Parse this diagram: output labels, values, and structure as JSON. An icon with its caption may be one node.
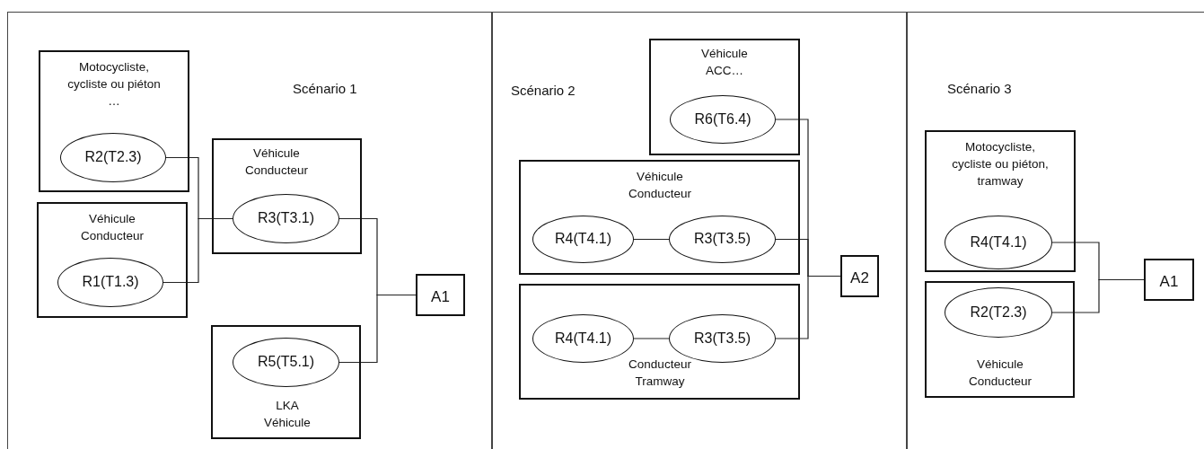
{
  "diagram": {
    "nodes": [
      {
        "text": [
          "Scénario 1"
        ]
      },
      {
        "text": [
          "Motocycliste, cycliste ou piéton …"
        ],
        "in": 0
      },
      {
        "text": [
          "R2(T2.3)"
        ],
        "in": 1
      },
      {
        "text": [
          "Véhicule Conducteur"
        ],
        "in": 0
      },
      {
        "text": [
          "R1(T1.3)"
        ],
        "in": 3
      },
      {
        "text": [
          "Véhicule Conducteur"
        ],
        "in": 0
      },
      {
        "text": [
          "R3(T3.1)"
        ],
        "in": 5
      },
      {
        "text": [
          "LKA Véhicule"
        ],
        "in": 0
      },
      {
        "text": [
          "R5(T5.1)"
        ],
        "in": 7
      },
      {
        "text": [
          "A1"
        ],
        "in": 0
      },
      {
        "text": [
          "Scénario 2"
        ]
      },
      {
        "text": [
          "Véhicule ACC…"
        ],
        "in": 10
      },
      {
        "text": [
          "R6(T6.4)"
        ],
        "in": 11
      },
      {
        "text": [
          "Véhicule Conducteur"
        ],
        "in": 10
      },
      {
        "text": [
          "R4(T4.1)"
        ],
        "in": 13
      },
      {
        "text": [
          "R3(T3.5)"
        ],
        "in": 13
      },
      {
        "text": [
          "Conducteur Tramway"
        ],
        "in": 10
      },
      {
        "text": [
          "R4(T4.1)"
        ],
        "in": 16
      },
      {
        "text": [
          "R3(T3.5)"
        ],
        "in": 16
      },
      {
        "text": [
          "A2"
        ],
        "in": 10
      },
      {
        "text": [
          "Scénario 3"
        ]
      },
      {
        "text": [
          "Motocycliste, cycliste ou piéton, tramway"
        ],
        "in": 20
      },
      {
        "text": [
          "R4(T4.1)"
        ],
        "in": 21
      },
      {
        "text": [
          "Véhicule Conducteur"
        ],
        "in": 20
      },
      {
        "text": [
          "R2(T2.3)"
        ],
        "in": 23
      },
      {
        "text": [
          "A1"
        ],
        "in": 20
      }
    ],
    "edges": [
      {
        "from": 2,
        "to": 6,
        "arrow": "none"
      },
      {
        "from": 4,
        "to": 6,
        "arrow": "none"
      },
      {
        "from": 6,
        "to": 9,
        "arrow": "none"
      },
      {
        "from": 8,
        "to": 9,
        "arrow": "none"
      },
      {
        "from": 14,
        "to": 15,
        "arrow": "none"
      },
      {
        "from": 17,
        "to": 18,
        "arrow": "none"
      },
      {
        "from": 12,
        "to": 19,
        "arrow": "none"
      },
      {
        "from": 15,
        "to": 19,
        "arrow": "none"
      },
      {
        "from": 18,
        "to": 19,
        "arrow": "none"
      },
      {
        "from": 22,
        "to": 25,
        "arrow": "none"
      },
      {
        "from": 24,
        "to": 25,
        "arrow": "none"
      }
    ]
  }
}
